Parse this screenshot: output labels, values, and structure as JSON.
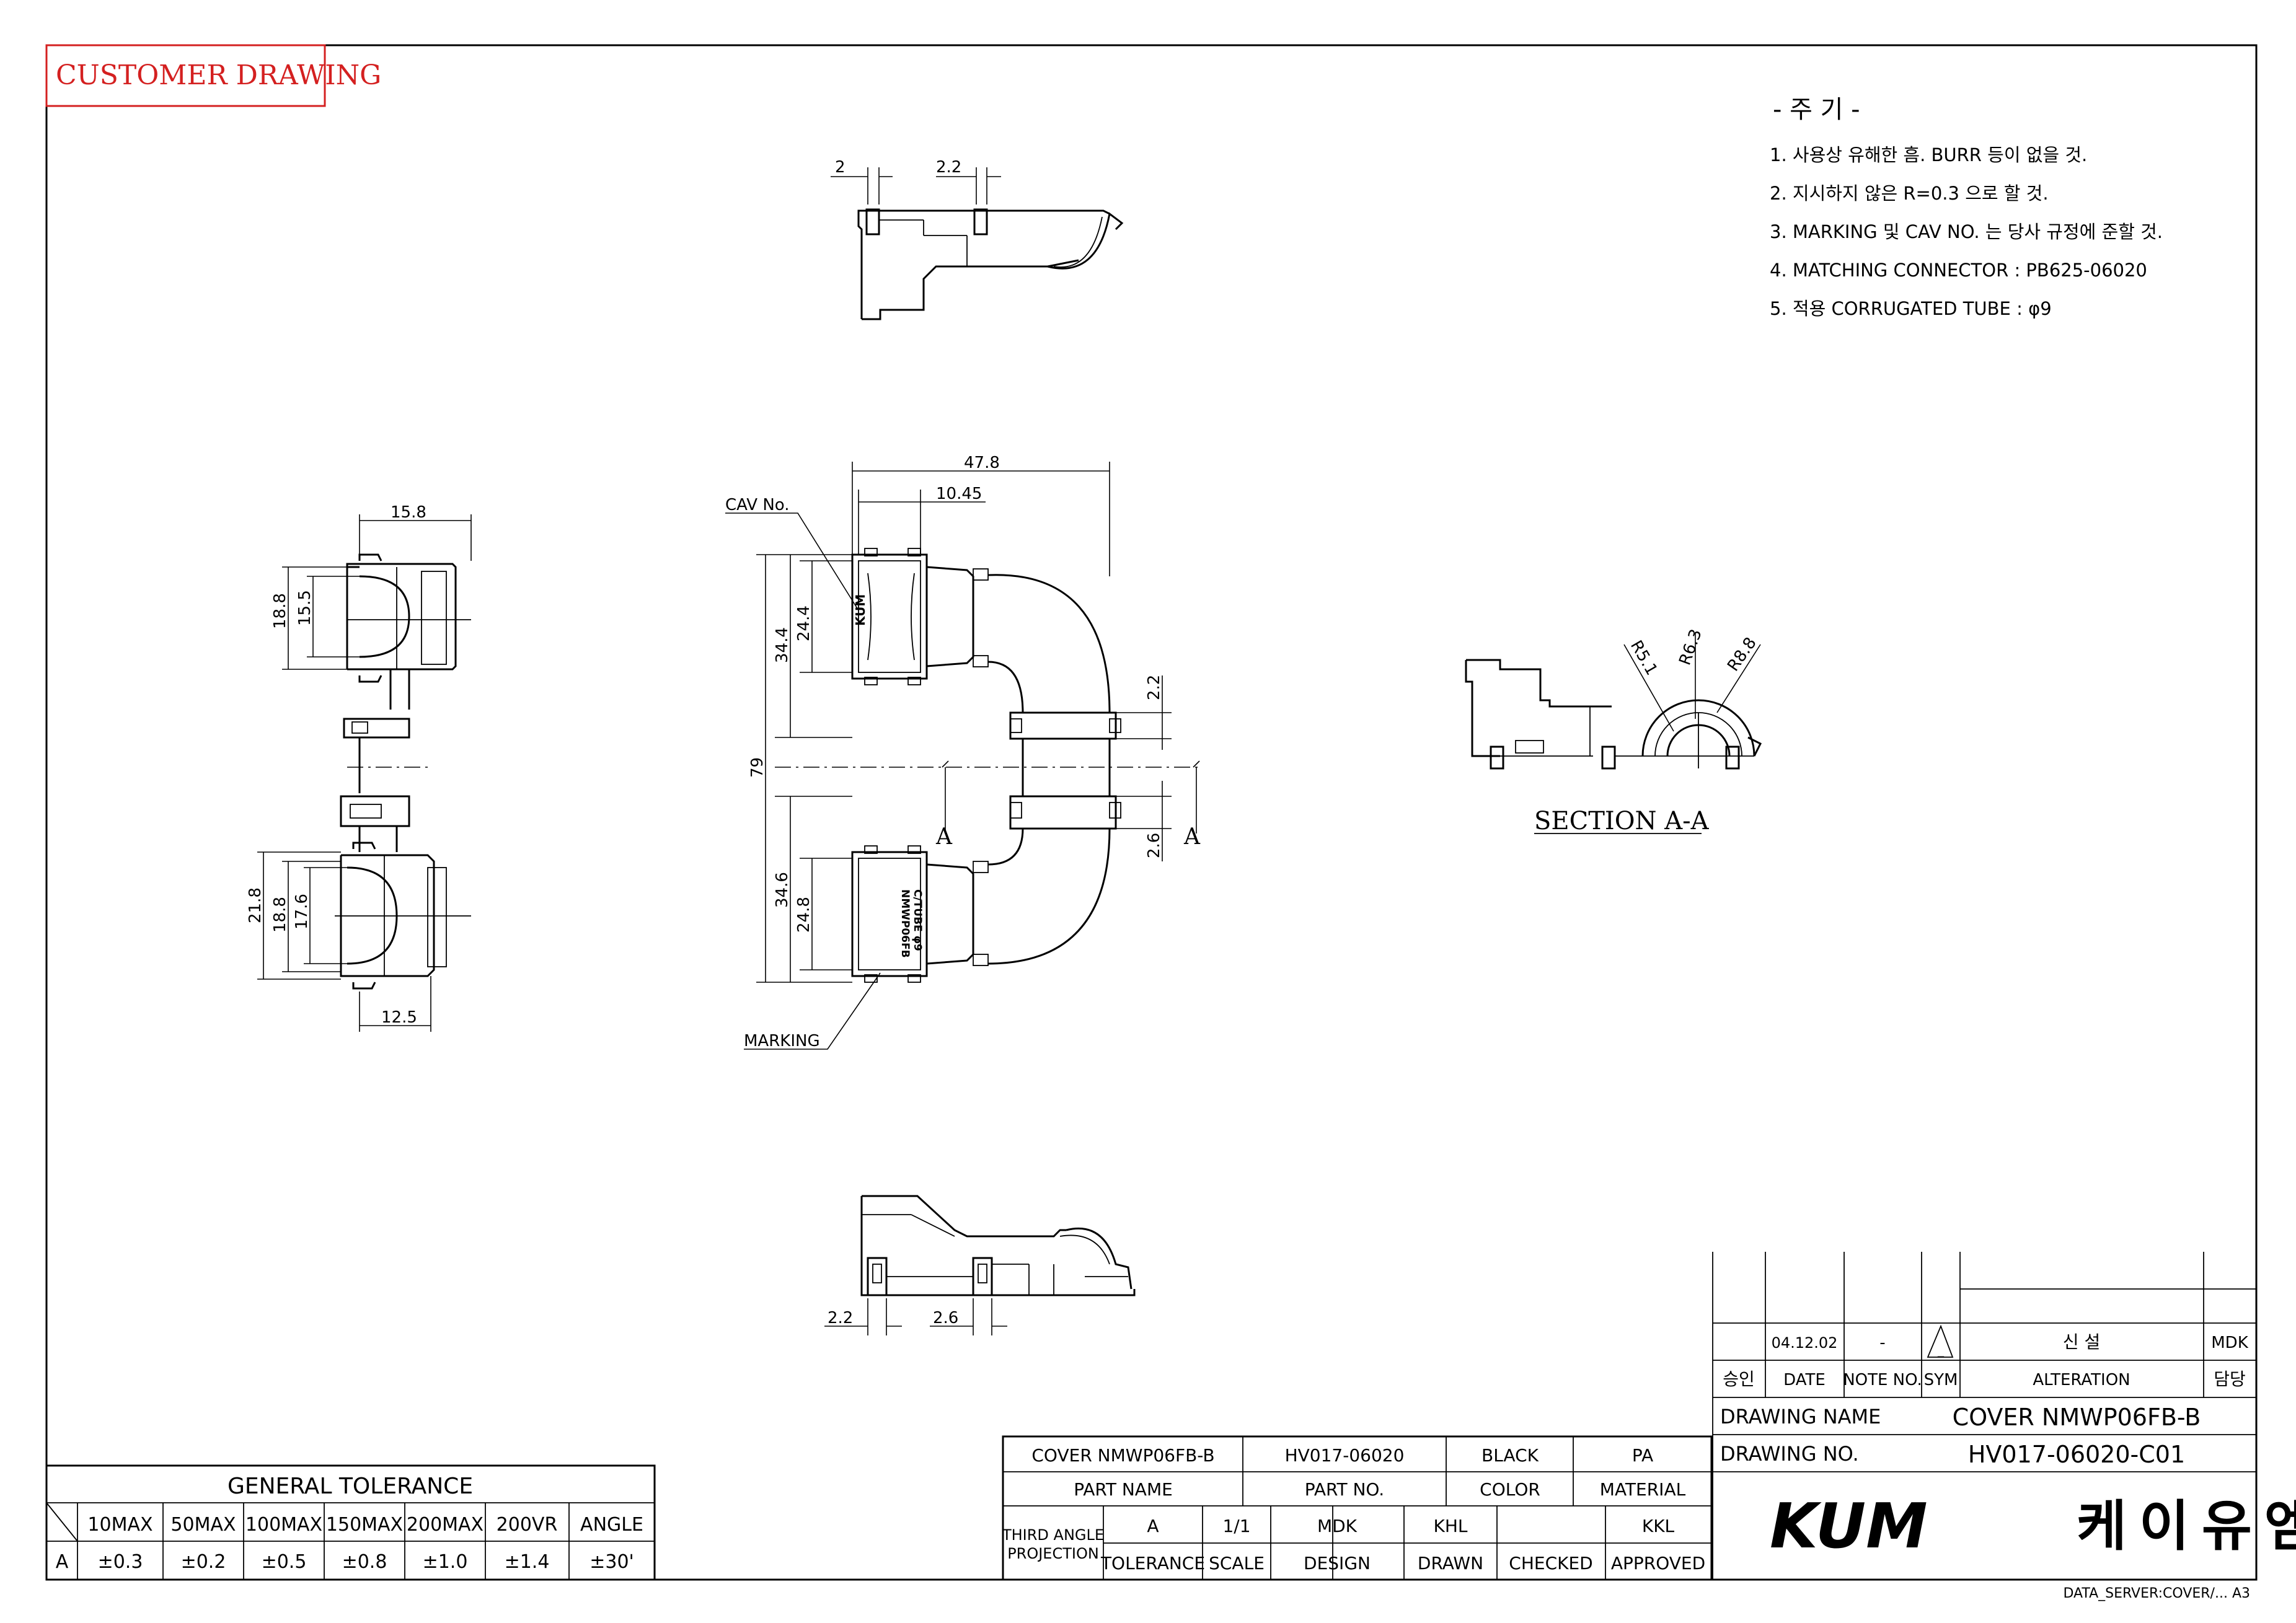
{
  "stamp": "CUSTOMER DRAWING",
  "notes": {
    "title": "- 주 기 -",
    "items": [
      "1. 사용상 유해한 흠. BURR 등이 없을 것.",
      "2. 지시하지 않은 R=0.3 으로 할 것.",
      "3. MARKING 및 CAV NO. 는 당사 규정에 준할 것.",
      "4. MATCHING CONNECTOR : PB625-06020",
      "5. 적용 CORRUGATED TUBE : φ9"
    ]
  },
  "views": {
    "top_dims": [
      "2",
      "2.2"
    ],
    "bottom_dims": [
      "2.2",
      "2.6"
    ],
    "left_dims": [
      "15.8",
      "18.8",
      "15.5",
      "21.8",
      "18.8",
      "17.6",
      "12.5"
    ],
    "front_dims": [
      "47.8",
      "10.45",
      "34.4",
      "24.4",
      "79",
      "34.6",
      "24.8",
      "2.2",
      "2.6"
    ],
    "labels": {
      "cav": "CAV No.",
      "marking": "MARKING",
      "section_mark": "A"
    },
    "connector_text_1": "KUM",
    "connector_text_2": "NMWP06FB",
    "connector_text_3": "C/TUBE φ9",
    "section": {
      "title": "SECTION A-A",
      "radii": [
        "R5.1",
        "R6.3",
        "R8.8"
      ]
    }
  },
  "tolerance": {
    "title": "GENERAL TOLERANCE",
    "headers": [
      "10MAX",
      "50MAX",
      "100MAX",
      "150MAX",
      "200MAX",
      "200VR",
      "ANGLE"
    ],
    "row_label": "A",
    "values": [
      "±0.3",
      "±0.2",
      "±0.5",
      "±0.8",
      "±1.0",
      "±1.4",
      "±30'"
    ]
  },
  "part_block": {
    "values": [
      "COVER NMWP06FB-B",
      "HV017-06020",
      "BLACK",
      "PA"
    ],
    "labels": [
      "PART NAME",
      "PART NO.",
      "COLOR",
      "MATERIAL"
    ],
    "projection_1": "THIRD ANGLE",
    "projection_2": "PROJECTION",
    "sign_values": [
      "A",
      "1/1",
      "MDK",
      "KHL",
      "",
      "KKL"
    ],
    "sign_labels": [
      "TOLERANCE",
      "SCALE",
      "DESIGN",
      "DRAWN",
      "CHECKED",
      "APPROVED"
    ]
  },
  "revision": {
    "date": "04.12.02",
    "note_no": "-",
    "sym": "_",
    "alteration": "신 설",
    "by": "MDK",
    "headers": [
      "승인",
      "DATE",
      "NOTE NO.",
      "SYM",
      "ALTERATION",
      "담당"
    ]
  },
  "title_block": {
    "drawing_name_label": "DRAWING NAME",
    "drawing_name": "COVER NMWP06FB-B",
    "drawing_no_label": "DRAWING NO.",
    "drawing_no": "HV017-06020-C01",
    "logo": "KUM",
    "company": "케이유엠"
  },
  "footer": "DATA_SERVER:COVER/... A3"
}
